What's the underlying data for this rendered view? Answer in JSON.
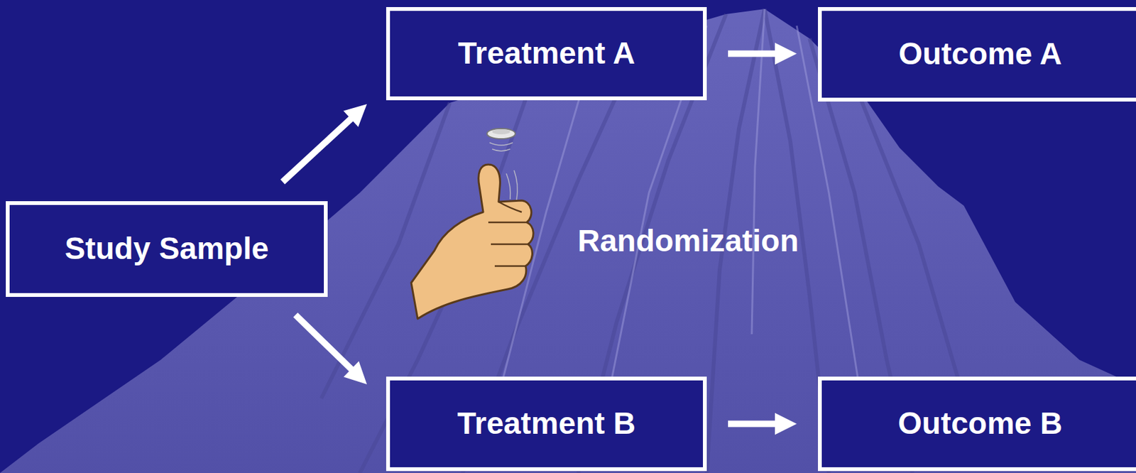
{
  "diagram": {
    "nodes": [
      {
        "text": [
          "Study Sample"
        ]
      },
      {
        "text": [
          "Treatment A"
        ]
      },
      {
        "text": [
          "Outcome A"
        ]
      },
      {
        "text": [
          "Treatment B"
        ]
      },
      {
        "text": [
          "Outcome B"
        ]
      }
    ],
    "edges": [
      {
        "from": 0,
        "to": 1,
        "arrow": "to"
      },
      {
        "from": 0,
        "to": 3,
        "arrow": "to"
      },
      {
        "from": 1,
        "to": 2,
        "arrow": "to"
      },
      {
        "from": 3,
        "to": 4,
        "arrow": "to"
      }
    ],
    "labels": [
      "Randomization"
    ]
  }
}
